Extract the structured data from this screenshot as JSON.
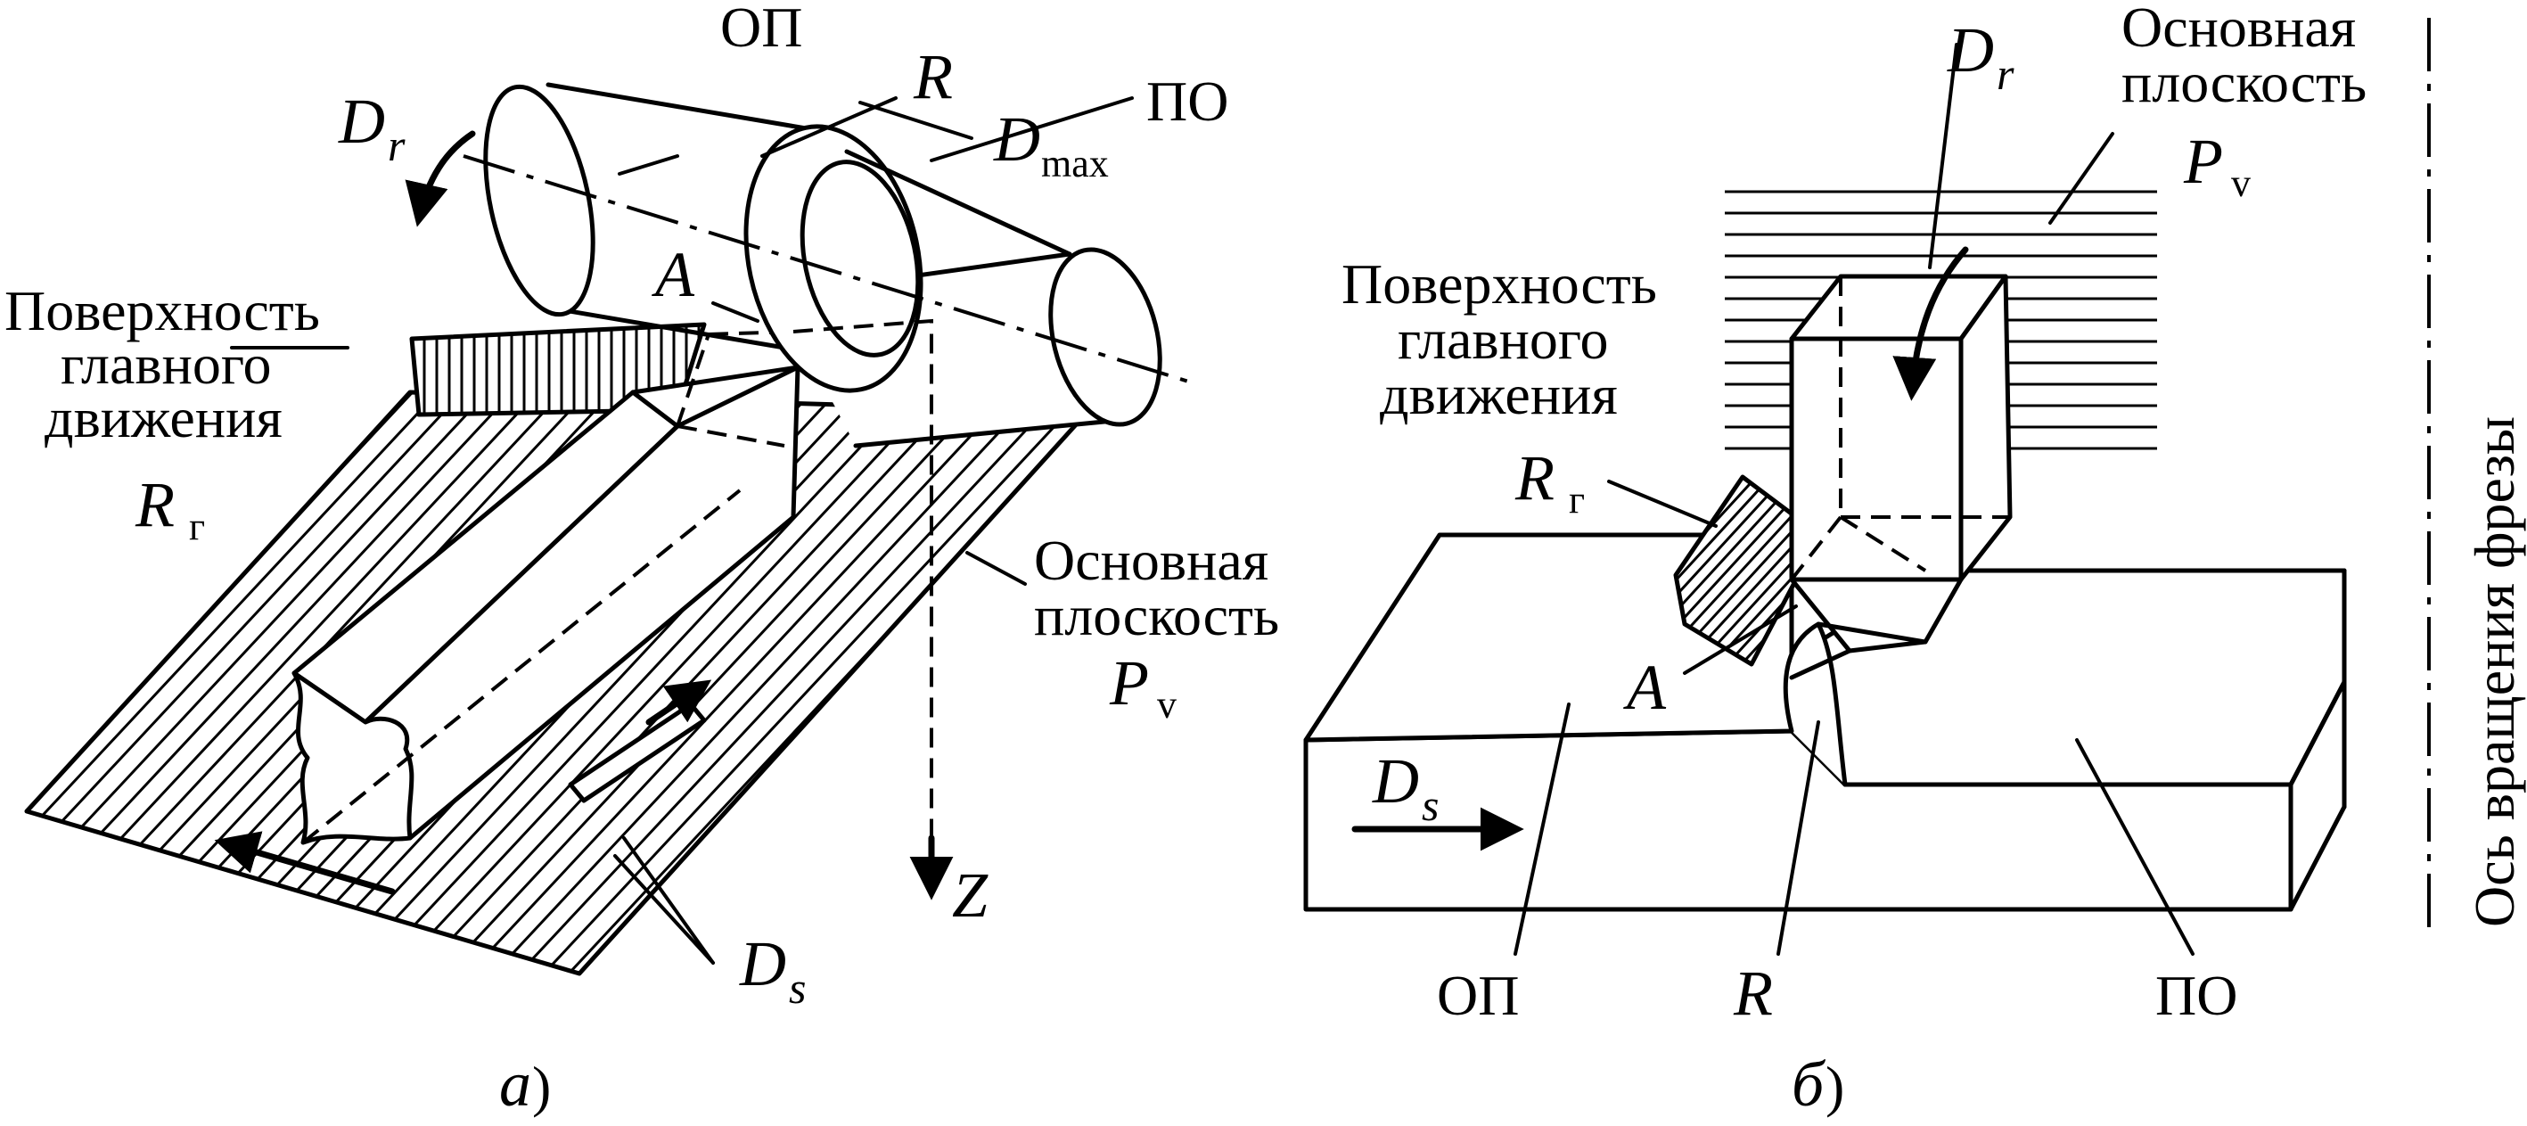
{
  "labels": {
    "a": {
      "op": "ОП",
      "r": "R",
      "dr_main": "D",
      "dr_sub": "r",
      "dmax_main": "D",
      "dmax_sub": "max",
      "po": "ПО",
      "a_point": "A",
      "surface_line1": "Поверхность",
      "surface_line2": "главного",
      "surface_line3": "движения",
      "rg_main": "R",
      "rg_sub": "г",
      "basic_line1": "Основная",
      "basic_line2": "плоскость",
      "pv_main": "P",
      "pv_sub": "v",
      "z": "Z",
      "ds_main": "D",
      "ds_sub": "s",
      "caption_letter": "а",
      "caption_paren": ")"
    },
    "b": {
      "dr_main": "D",
      "dr_sub": "r",
      "basic_line1": "Основная",
      "basic_line2": "плоскость",
      "pv_main": "P",
      "pv_sub": "v",
      "surface_line1": "Поверхность",
      "surface_line2": "главного",
      "surface_line3": "движения",
      "rg_main": "R",
      "rg_sub": "г",
      "a_point": "A",
      "ds_main": "D",
      "ds_sub": "s",
      "op": "ОП",
      "r": "R",
      "po": "ПО",
      "caption_letter": "б",
      "caption_paren": ")",
      "axis_label": "Ось вращения фрезы"
    }
  }
}
